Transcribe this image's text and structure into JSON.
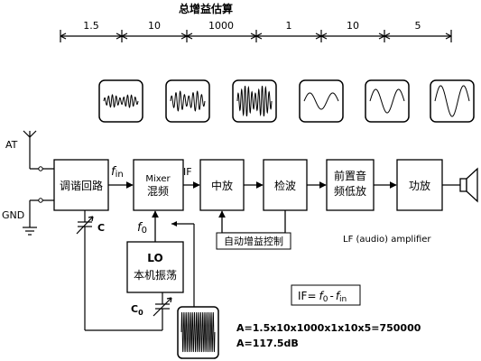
{
  "title": "总增益估算",
  "gains": [
    "1.5",
    "10",
    "1000",
    "1",
    "10",
    "5"
  ],
  "blocks": {
    "tuning": "调谐回路",
    "mixer_en": "Mixer",
    "mixer_cn": "混频",
    "if_amp": "中放",
    "detector": "检波",
    "pre_line1": "前置音",
    "pre_line2": "频低放",
    "power": "功放",
    "lo_en": "LO",
    "lo_cn": "本机振荡",
    "agc": "自动增益控制"
  },
  "labels": {
    "antenna": "AT",
    "ground": "GND",
    "fin_f": "f",
    "fin_sub": "in",
    "if": "IF",
    "f0_f": "f",
    "f0_sub": "0",
    "cap_c": "C",
    "cap_c0": "C",
    "cap_c0_sub": "0",
    "lf_note": "LF (audio) amplifier",
    "formula_if": "IF=",
    "formula_f0": "f",
    "formula_f0_sub": "0",
    "formula_minus": "-",
    "formula_fin": "f",
    "formula_fin_sub": "in",
    "gain_product": "A=1.5x10x1000x1x10x5=750000",
    "gain_db": "A=117.5dB"
  }
}
